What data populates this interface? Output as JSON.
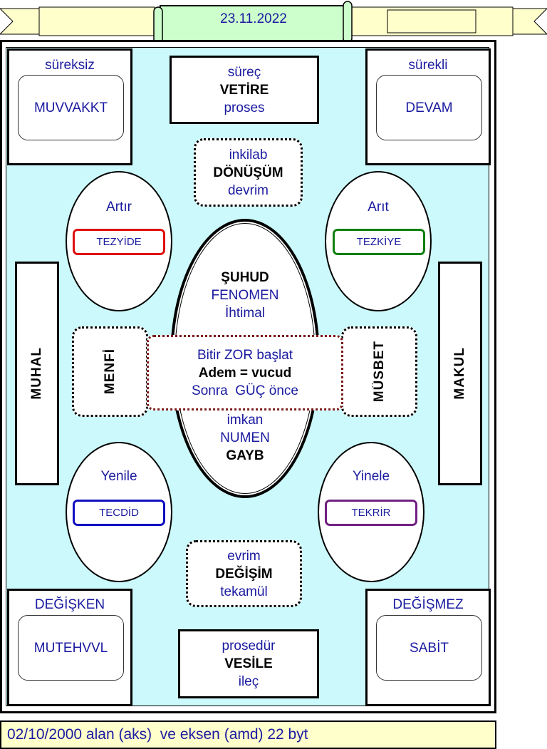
{
  "header": {
    "date": "23.11.2022"
  },
  "corners": {
    "top_left": {
      "caption": "süreksiz",
      "label": "MUVVAKKT"
    },
    "top_right": {
      "caption": "sürekli",
      "label": "DEVAM"
    },
    "bottom_left": {
      "caption": "DEĞİŞKEN",
      "label": "MUTEHVVL"
    },
    "bottom_right": {
      "caption": "DEĞİŞMEZ",
      "label": "SABİT"
    }
  },
  "top_box": {
    "line1": "süreç",
    "line2": "VETİRE",
    "line3": "proses"
  },
  "top_dotted": {
    "line1": "inkilab",
    "line2": "DÖNÜŞÜM",
    "line3": "devrim"
  },
  "bottom_dotted": {
    "line1": "evrim",
    "line2": "DEĞİŞİM",
    "line3": "tekamül"
  },
  "bottom_box": {
    "line1": "prosedür",
    "line2": "VESİLE",
    "line3": "ileç"
  },
  "ovals": {
    "top_left": {
      "caption": "Artır",
      "label": "TEZYİDE",
      "color": "#e01010"
    },
    "top_right": {
      "caption": "Arıt",
      "label": "TEZKİYE",
      "color": "#108010"
    },
    "bottom_left": {
      "caption": "Yenile",
      "label": "TECDİD",
      "color": "#1010c0"
    },
    "bottom_right": {
      "caption": "Yinele",
      "label": "TEKRİR",
      "color": "#702080"
    }
  },
  "center_oval": {
    "top1": "ŞUHUD",
    "top2": "FENOMEN",
    "top3": "İhtimal",
    "bottom1": "imkan",
    "bottom2": "NUMEN",
    "bottom3": "GAYB"
  },
  "center_box": {
    "line1": "Bitir ZOR başlat",
    "line2": "Adem = vucud",
    "line3": "Sonra  GÜÇ önce"
  },
  "side": {
    "far_left": "MUHAL",
    "near_left": "MENFİ",
    "near_right": "MÜSBET",
    "far_right": "MAKUL"
  },
  "footer": {
    "text": "02/10/2000 alan (aks)  ve eksen (amd) 22 byt"
  }
}
